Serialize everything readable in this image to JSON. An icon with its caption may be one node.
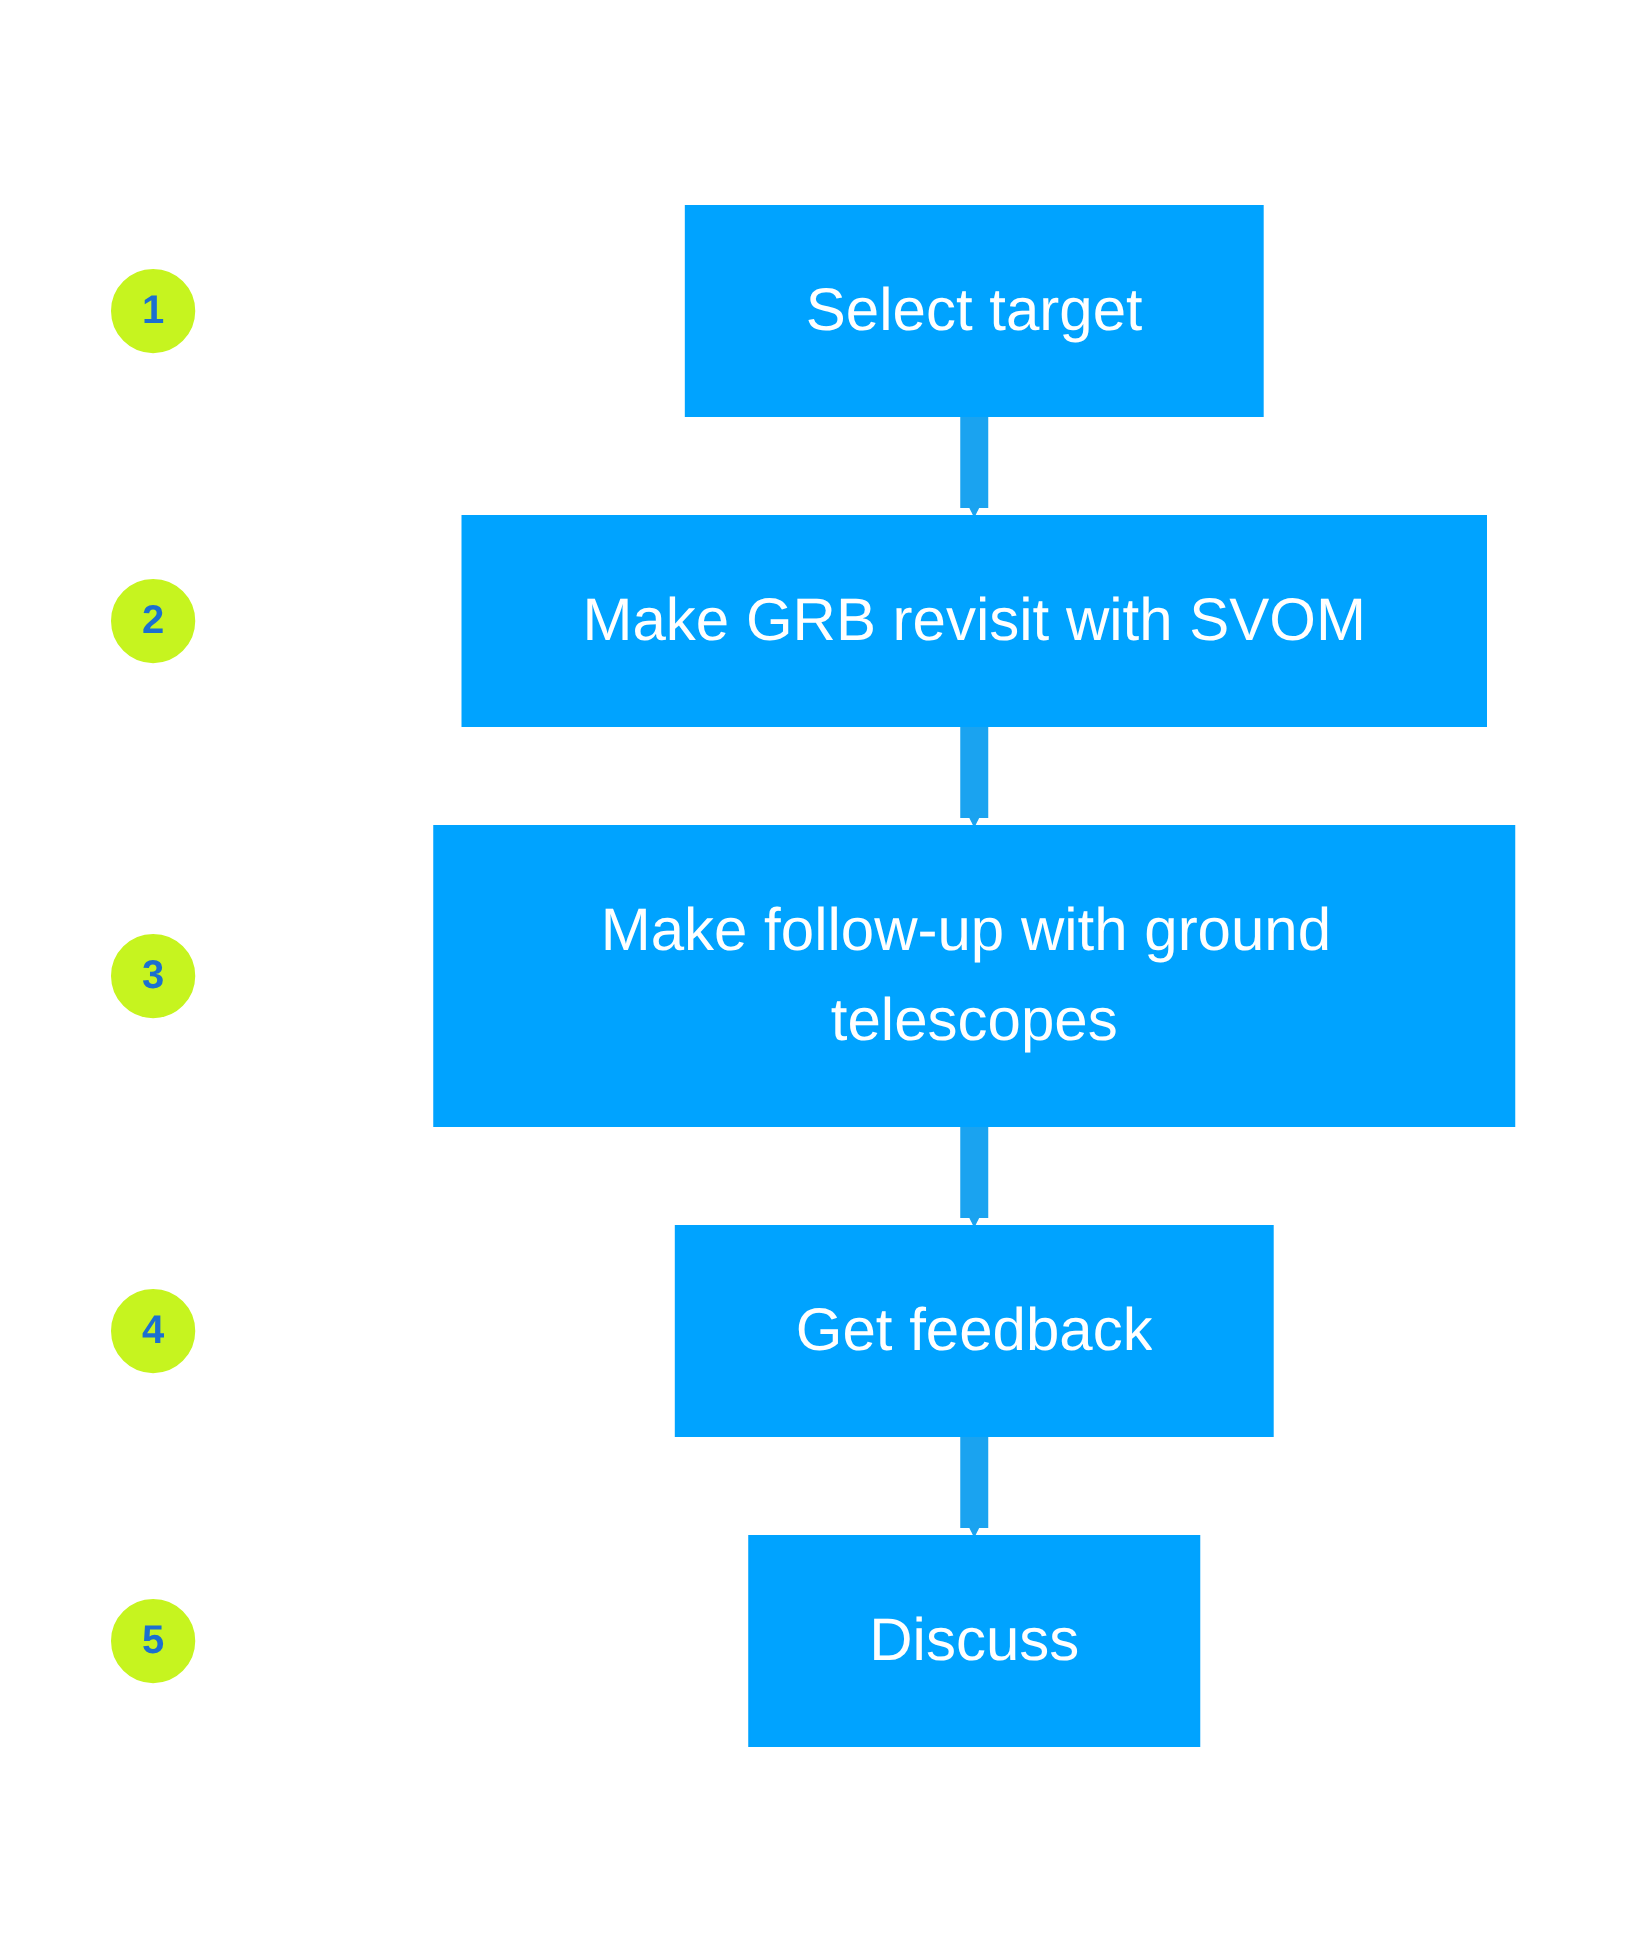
{
  "diagram": {
    "nodes": [
      {
        "text": [
          "1"
        ]
      },
      {
        "text": [
          "Select target"
        ]
      },
      {
        "text": [
          "2"
        ]
      },
      {
        "text": [
          "Make GRB revisit with SVOM"
        ]
      },
      {
        "text": [
          "3"
        ]
      },
      {
        "text": [
          "Make follow-up with ground telescopes"
        ]
      },
      {
        "text": [
          "4"
        ]
      },
      {
        "text": [
          "Get feedback"
        ]
      },
      {
        "text": [
          "5"
        ]
      },
      {
        "text": [
          "Discuss"
        ]
      }
    ],
    "edges": [
      {
        "from": 1,
        "to": 3,
        "arrow": "to"
      },
      {
        "from": 3,
        "to": 5,
        "arrow": "to"
      },
      {
        "from": 5,
        "to": 7,
        "arrow": "to"
      },
      {
        "from": 7,
        "to": 9,
        "arrow": "to"
      }
    ]
  }
}
